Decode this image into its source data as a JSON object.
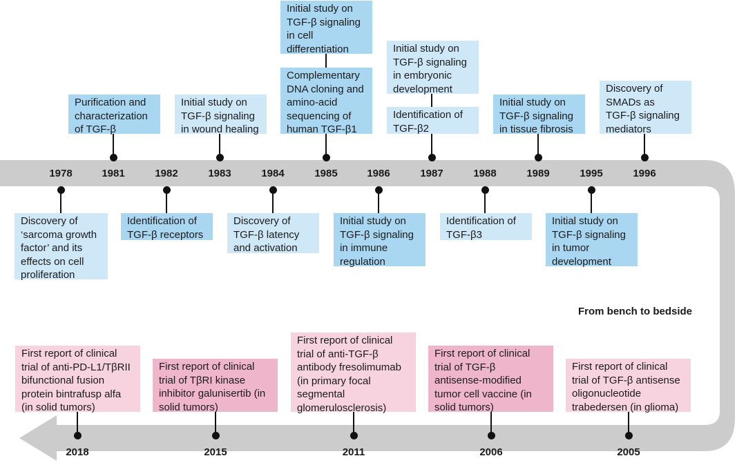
{
  "caption": "From bench to bedside",
  "colors": {
    "band": "#cccccc",
    "blue_mid": "#a9d7f1",
    "blue_light": "#cfe8f7",
    "pink_light": "#f7d3df",
    "pink_mid": "#efb6cb",
    "dot": "#111111"
  },
  "top_years": [
    "1978",
    "1981",
    "1982",
    "1983",
    "1984",
    "1985",
    "1986",
    "1987",
    "1988",
    "1989",
    "1995",
    "1996"
  ],
  "bottom_years": [
    "2018",
    "2015",
    "2011",
    "2006",
    "2005"
  ],
  "above_events": [
    {
      "year": "1981",
      "text": "Purification and\ncharacterization\nof TGF-β",
      "tone": "blue-mid"
    },
    {
      "year": "1983",
      "text": "Initial study on\nTGF-β signaling\nin wound healing",
      "tone": "blue-light"
    },
    {
      "year": "1985",
      "text": "Initial study on\nTGF-β signaling\nin cell\ndifferentiation",
      "tone": "blue-mid"
    },
    {
      "year": "1985",
      "text": "Complementary\nDNA cloning and\namino-acid\nsequencing of\nhuman TGF-β1",
      "tone": "blue-mid"
    },
    {
      "year": "1987",
      "text": "Initial study on\nTGF-β signaling\nin embryonic\ndevelopment",
      "tone": "blue-light"
    },
    {
      "year": "1987",
      "text": "Identification of\nTGF-β2",
      "tone": "blue-light"
    },
    {
      "year": "1989",
      "text": "Initial study on\nTGF-β signaling\nin tissue fibrosis",
      "tone": "blue-mid"
    },
    {
      "year": "1996",
      "text": "Discovery of\nSMADs as\nTGF-β signaling\nmediators",
      "tone": "blue-light"
    }
  ],
  "below_events": [
    {
      "year": "1978",
      "text": "Discovery of\n‘sarcoma growth\nfactor’ and its\neffects on cell\nproliferation",
      "tone": "blue-light"
    },
    {
      "year": "1982",
      "text": "Identification of\nTGF-β receptors",
      "tone": "blue-mid"
    },
    {
      "year": "1984",
      "text": "Discovery of\nTGF-β latency\nand activation",
      "tone": "blue-light"
    },
    {
      "year": "1986",
      "text": "Initial study on\nTGF-β signaling\nin immune\nregulation",
      "tone": "blue-mid"
    },
    {
      "year": "1988",
      "text": "Identification of\nTGF-β3",
      "tone": "blue-light"
    },
    {
      "year": "1995",
      "text": "Initial study on\nTGF-β signaling\nin tumor\ndevelopment",
      "tone": "blue-mid"
    }
  ],
  "clinical_events": [
    {
      "year": "2018",
      "text": "First report of clinical\ntrial of anti-PD-L1/TβRII\nbifunctional fusion\nprotein bintrafusp alfa\n(in solid tumors)",
      "tone": "pink-light"
    },
    {
      "year": "2015",
      "text": "First report of clinical\ntrial of TβRI kinase\ninhibitor galunisertib (in\nsolid tumors)",
      "tone": "pink-mid"
    },
    {
      "year": "2011",
      "text": "First report of clinical\ntrial of anti-TGF-β\nantibody fresolimumab\n(in primary focal\nsegmental\nglomerulosclerosis)",
      "tone": "pink-light"
    },
    {
      "year": "2006",
      "text": "First report of clinical\ntrial of TGF-β\nantisense-modified\ntumor cell vaccine (in\nsolid tumors)",
      "tone": "pink-mid"
    },
    {
      "year": "2005",
      "text": "First report of clinical\ntrial of TGF-β antisense\noligonucleotide\ntrabedersen (in glioma)",
      "tone": "pink-light"
    }
  ]
}
